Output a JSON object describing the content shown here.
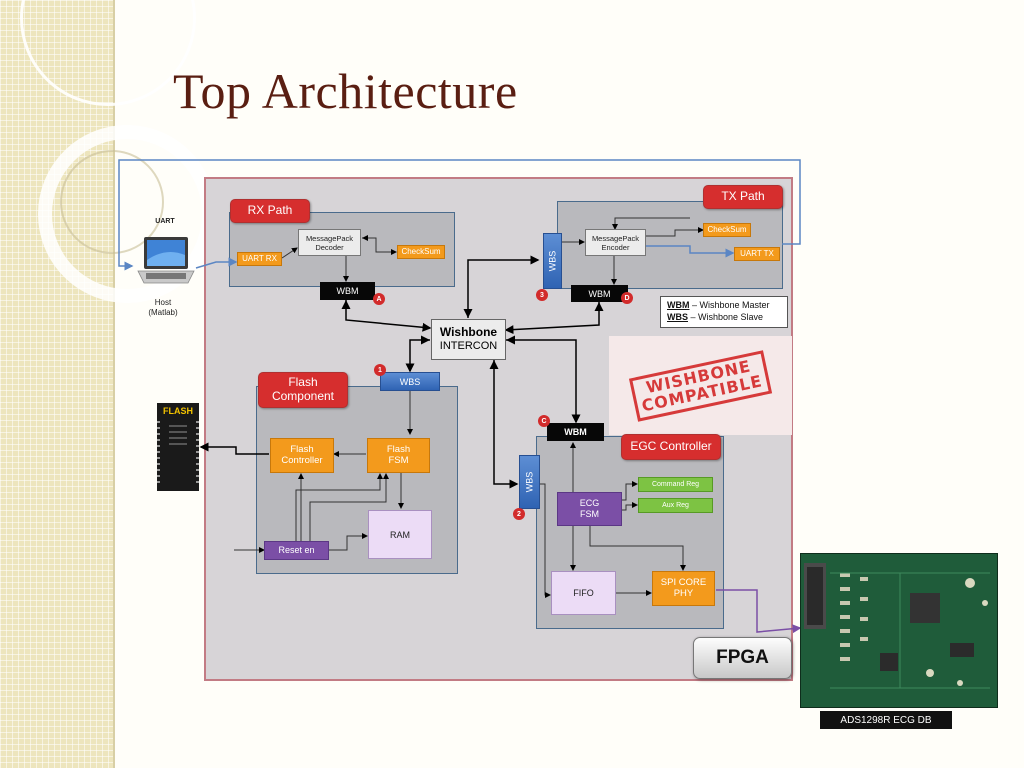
{
  "title": "Top Architecture",
  "host": {
    "uart_label": "UART",
    "name_line1": "Host",
    "name_line2": "(Matlab)"
  },
  "rx_path": {
    "label": "RX Path",
    "uart_rx": "UART RX",
    "decoder_line1": "MessagePack",
    "decoder_line2": "Decoder",
    "checksum": "CheckSum",
    "wbm": "WBM",
    "badge": "A"
  },
  "tx_path": {
    "label": "TX Path",
    "encoder_line1": "MessagePack",
    "encoder_line2": "Encoder",
    "checksum": "CheckSum",
    "uart_tx": "UART TX",
    "wbs": "WBS",
    "wbm": "WBM",
    "badge_wbs": "3",
    "badge_wbm": "D"
  },
  "legend": {
    "wbm_abbr": "WBM",
    "wbm_text": " – Wishbone Master",
    "wbs_abbr": "WBS",
    "wbs_text": " – Wishbone Slave"
  },
  "intercon": {
    "line1": "Wishbone",
    "line2": "INTERCON"
  },
  "stamp": {
    "line1": "WISHBONE",
    "line2": "COMPATIBLE"
  },
  "flash_component": {
    "label_line1": "Flash",
    "label_line2": "Component",
    "wbs": "WBS",
    "badge": "1",
    "controller_line1": "Flash",
    "controller_line2": "Controller",
    "fsm_line1": "Flash",
    "fsm_line2": "FSM",
    "ram": "RAM",
    "reset": "Reset en"
  },
  "flash_chip": {
    "label": "FLASH"
  },
  "egc_controller": {
    "label": "EGC Controller",
    "wbm": "WBM",
    "badge_wbm": "C",
    "wbs": "WBS",
    "badge_wbs": "2",
    "fsm_line1": "ECG",
    "fsm_line2": "FSM",
    "command_reg": "Command Reg",
    "aux_reg": "Aux Reg",
    "fifo": "FIFO",
    "spi_line1": "SPI CORE",
    "spi_line2": "PHY"
  },
  "fpga_label": "FPGA",
  "ecg_board": {
    "label": "ADS1298R ECG DB"
  }
}
